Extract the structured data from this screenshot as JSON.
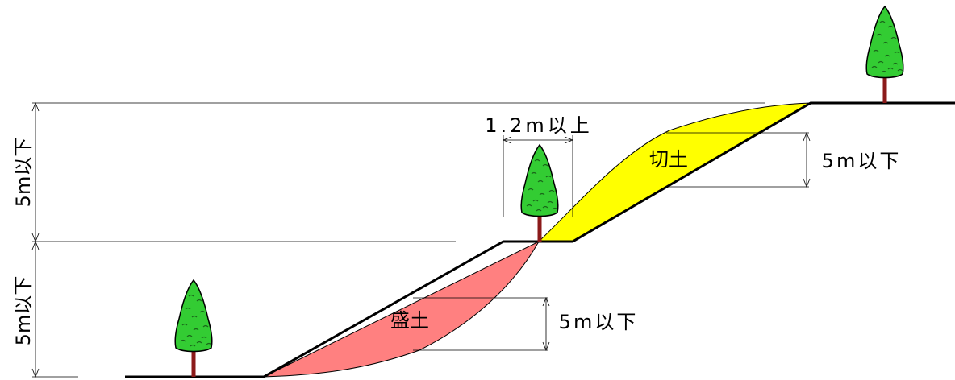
{
  "labels": {
    "left_top_height": "5m以下",
    "left_bottom_height": "5m以下",
    "berm_width": "1.2m以上",
    "cut_label": "切土",
    "cut_height": "5m以下",
    "fill_label": "盛土",
    "fill_height": "5m以下"
  },
  "colors": {
    "cut_fill": "#ffff00",
    "embankment_fill": "#ff8080",
    "ground_line": "#000000",
    "tree_foliage": "#33cc33",
    "tree_trunk": "#8b1a1a"
  }
}
